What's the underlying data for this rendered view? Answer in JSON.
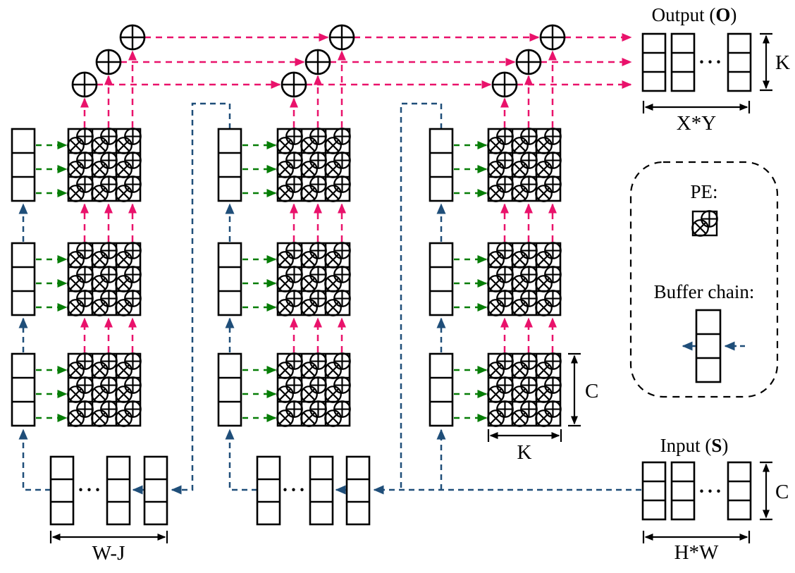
{
  "colors": {
    "pink": "#E9126B",
    "green": "#067D06",
    "blue": "#1F4E79",
    "black": "#000000"
  },
  "dots": "···",
  "output_bank": {
    "title_prefix": "Output (",
    "title_emph": "O",
    "title_suffix": ")",
    "height_label": "K",
    "width_label": "X*Y"
  },
  "input_bank": {
    "title_prefix": "Input (",
    "title_emph": "S",
    "title_suffix": ")",
    "height_label": "C",
    "width_label": "H*W"
  },
  "legend": {
    "pe_label": "PE:",
    "buffer_chain_label": "Buffer chain:"
  },
  "pe_array_labels": {
    "width_label": "K",
    "height_label": "C"
  },
  "buffer_chain_labels": {
    "width_label": "W-J"
  }
}
